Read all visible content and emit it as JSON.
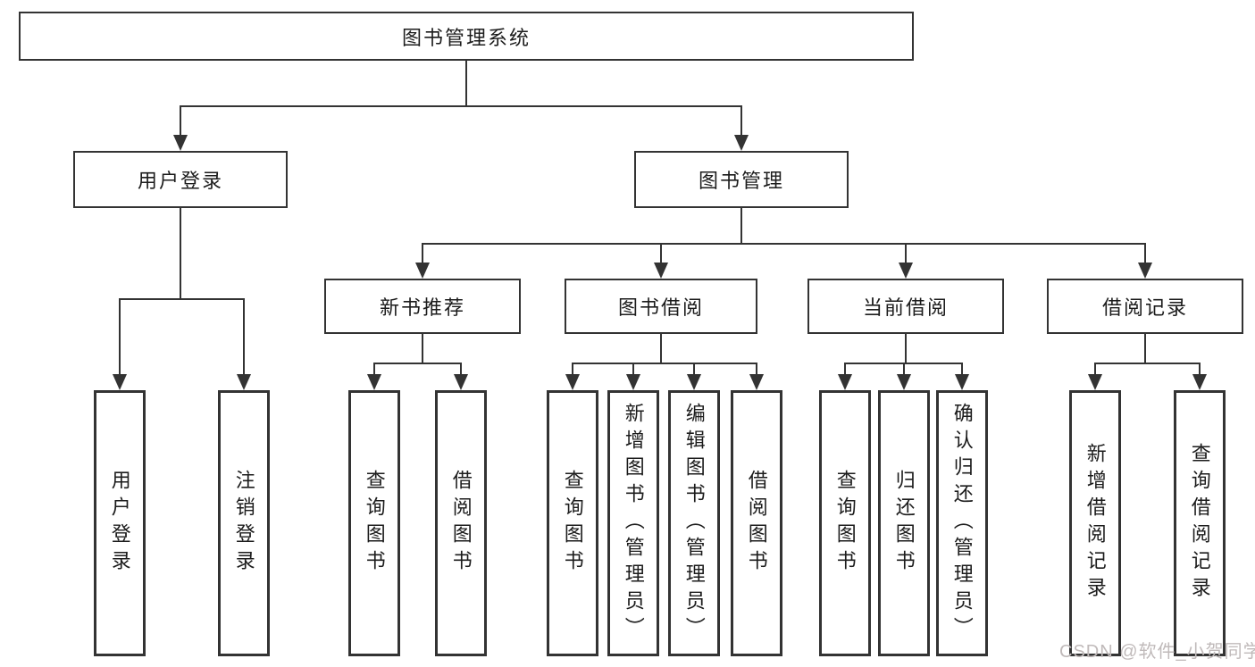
{
  "diagram": {
    "root": {
      "label": "图书管理系统"
    },
    "branches": [
      {
        "label": "用户登录",
        "children": [
          {
            "label": "用户登录"
          },
          {
            "label": "注销登录"
          }
        ]
      },
      {
        "label": "图书管理",
        "children": [
          {
            "label": "新书推荐",
            "children": [
              {
                "label": "查询图书"
              },
              {
                "label": "借阅图书"
              }
            ]
          },
          {
            "label": "图书借阅",
            "children": [
              {
                "label": "查询图书"
              },
              {
                "label": "新增图书（管理员）"
              },
              {
                "label": "编辑图书（管理员）"
              },
              {
                "label": "借阅图书"
              }
            ]
          },
          {
            "label": "当前借阅",
            "children": [
              {
                "label": "查询图书"
              },
              {
                "label": "归还图书"
              },
              {
                "label": "确认归还（管理员）"
              }
            ]
          },
          {
            "label": "借阅记录",
            "children": [
              {
                "label": "新增借阅记录"
              },
              {
                "label": "查询借阅记录"
              }
            ]
          }
        ]
      }
    ]
  },
  "watermark": {
    "text": "CSDN @软件_小贺同学"
  },
  "colors": {
    "line": "#333333",
    "text": "#1c1c1c",
    "box_background": "#ffffff",
    "page_background": "#ffffff",
    "watermark": "#c0baba"
  }
}
